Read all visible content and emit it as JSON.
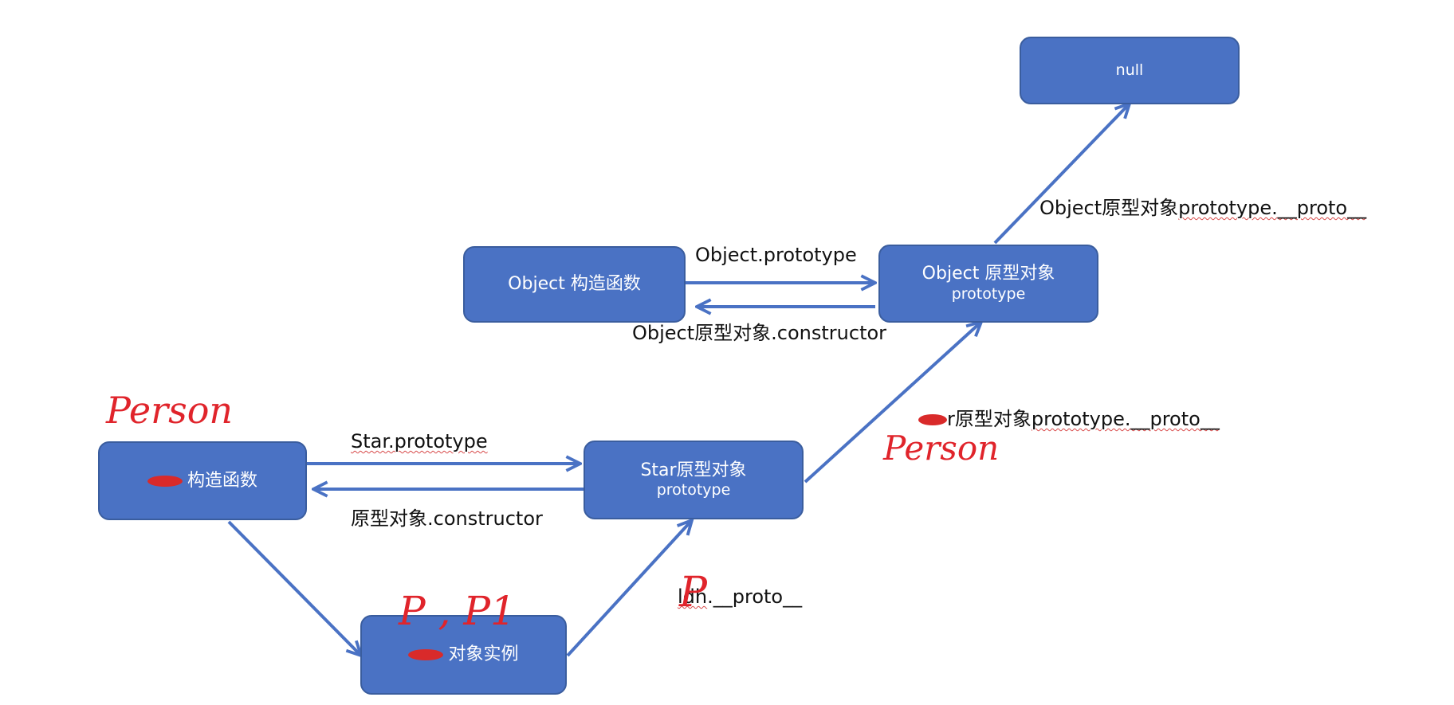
{
  "boxes": {
    "null_box": {
      "line1": "null"
    },
    "object_constructor": {
      "line1": "Object 构造函数"
    },
    "object_prototype": {
      "line1": "Object 原型对象",
      "line2": "prototype"
    },
    "star_constructor": {
      "line1": "构造函数"
    },
    "star_prototype": {
      "line1": "Star原型对象",
      "line2": "prototype"
    },
    "instance": {
      "line1": "对象实例"
    }
  },
  "labels": {
    "object_proto_to_null": {
      "prefix": "Object原型对象",
      "squiggle": "prototype.__proto__"
    },
    "object_prototype": "Object.prototype",
    "object_constructor": "Object原型对象.constructor",
    "star_proto_to_object": {
      "prefix": "r原型对象",
      "squiggle": "prototype.__proto__"
    },
    "star_prototype": "Star.prototype",
    "star_constructor": "原型对象.constructor",
    "instance_proto": {
      "squiggle": "ldh",
      "suffix": ".__proto__"
    }
  },
  "handwriting": {
    "person_left": "Person",
    "person_right": "Person",
    "instance_names": "P , P1",
    "instance_proto_p": "P"
  },
  "colors": {
    "box_fill": "#4a72c4",
    "box_border": "#3a5d9e",
    "arrow": "#4a72c4",
    "handwriting": "#e0242b",
    "squiggle": "#d84a4a"
  }
}
